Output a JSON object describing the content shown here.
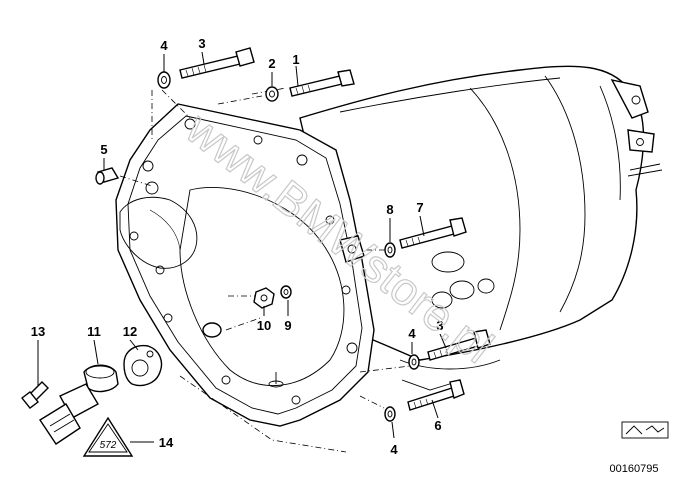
{
  "diagram": {
    "watermark": "www.BMWstore.pl",
    "document_number": "00160795",
    "callouts": {
      "c1": "1",
      "c2": "2",
      "c3a": "3",
      "c4a": "4",
      "c5": "5",
      "c7": "7",
      "c8": "8",
      "c9": "9",
      "c10": "10",
      "c4b": "4",
      "c3b": "3",
      "c6": "6",
      "c4c": "4",
      "c13": "13",
      "c11": "11",
      "c12": "12",
      "c14": "14"
    },
    "symbol_text": "572"
  }
}
